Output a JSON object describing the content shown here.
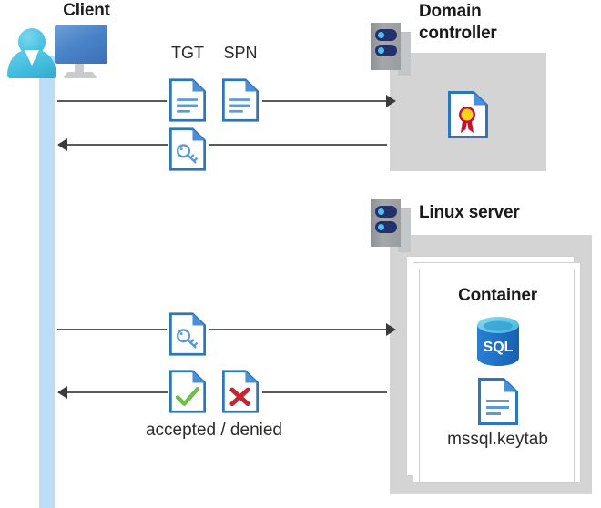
{
  "diagram": {
    "title_hidden": "",
    "nodes": {
      "client": {
        "label": "Client",
        "icon": "user-monitor-icon"
      },
      "domain_controller": {
        "label_line1": "Domain",
        "label_line2": "controller",
        "icon": "server-rack-icon",
        "contents": [
          {
            "icon": "certificate-document-icon",
            "label": ""
          }
        ]
      },
      "linux_server": {
        "label": "Linux server",
        "icon": "server-rack-icon",
        "container": {
          "label": "Container",
          "stack_count": 3,
          "contents": [
            {
              "icon": "sql-database-icon",
              "label": "SQL"
            },
            {
              "icon": "keytab-document-icon",
              "label": "mssql.keytab"
            }
          ]
        }
      }
    },
    "flows": [
      {
        "id": "flow-tgt-spn-request",
        "direction": "right",
        "from": "client",
        "to": "domain_controller",
        "icons": [
          {
            "name": "tgt-document-icon",
            "label": "TGT"
          },
          {
            "name": "spn-document-icon",
            "label": "SPN"
          }
        ]
      },
      {
        "id": "flow-service-ticket-response",
        "direction": "left",
        "from": "domain_controller",
        "to": "client",
        "icons": [
          {
            "name": "key-document-icon",
            "label": ""
          }
        ]
      },
      {
        "id": "flow-ticket-presented",
        "direction": "right",
        "from": "client",
        "to": "linux_server",
        "icons": [
          {
            "name": "key-document-icon",
            "label": ""
          }
        ]
      },
      {
        "id": "flow-accepted-denied",
        "direction": "left",
        "from": "linux_server",
        "to": "client",
        "caption": "accepted / denied",
        "icons": [
          {
            "name": "accepted-document-icon",
            "label": ""
          },
          {
            "name": "denied-document-icon",
            "label": ""
          }
        ]
      }
    ],
    "colors": {
      "doc_blue": "#2e76bc",
      "doc_fold_blue": "#4a90d9",
      "doc_line_blue": "#5b9bd5",
      "lifeline_blue": "#bcddf7",
      "panel_grey": "#d4d4d4",
      "rack_grey": "#9a9da0",
      "rack_navy": "#22306b",
      "rack_dot_blue": "#4cc2f0",
      "sql_blue": "#1f6fc4",
      "sql_top_blue": "#54c3ea",
      "check_green": "#6fbe4a",
      "cross_red": "#c4262e",
      "cert_gold": "#ffd21f",
      "cert_red": "#c8102e",
      "arrow_grey": "#595959",
      "text_dark": "#1a1a1a"
    }
  }
}
